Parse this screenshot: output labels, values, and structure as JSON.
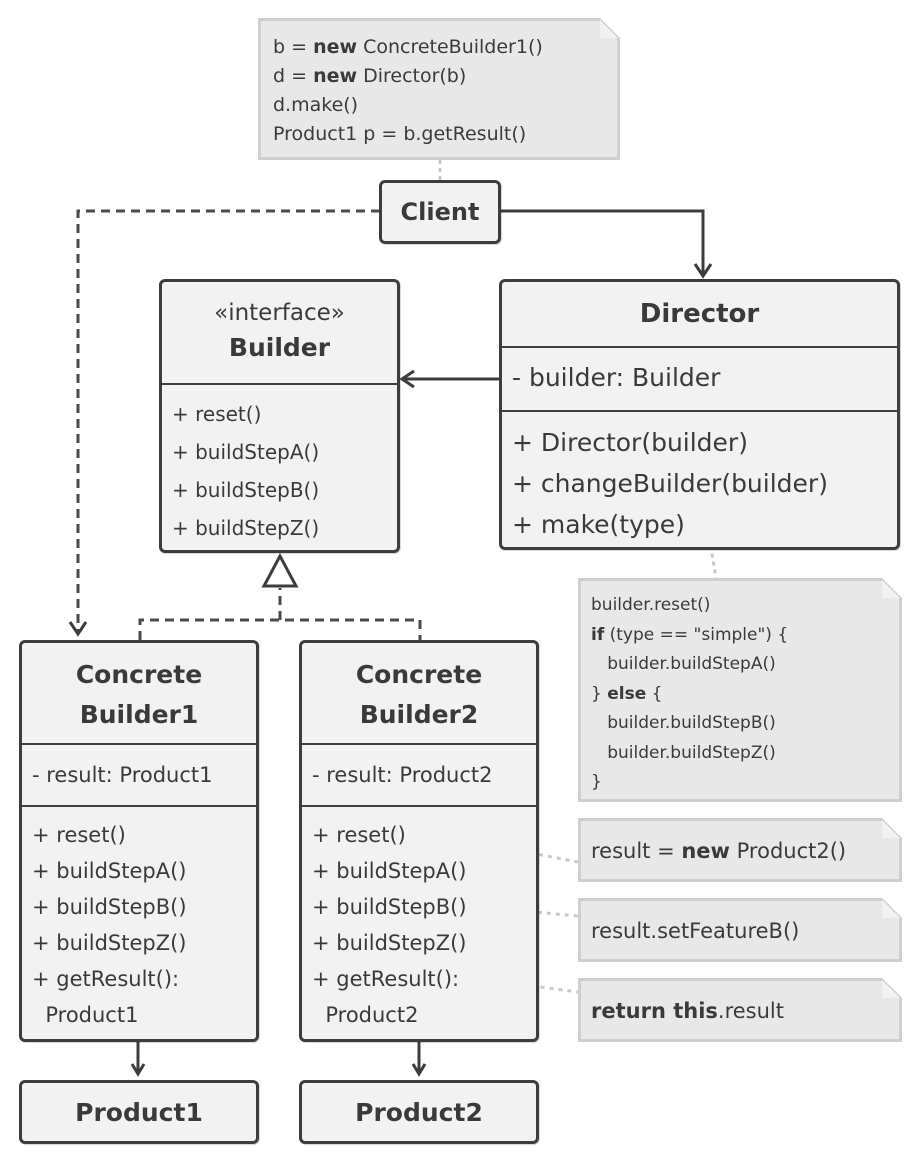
{
  "client": {
    "label": "Client"
  },
  "client_note": {
    "lines": [
      [
        "b = ",
        "new",
        " ConcreteBuilder1()"
      ],
      [
        "d = ",
        "new",
        " Director(b)"
      ],
      [
        "d.make()",
        "",
        ""
      ],
      [
        "Product1 p = b.getResult()",
        "",
        ""
      ]
    ]
  },
  "builder": {
    "stereotype": "«interface»",
    "name": "Builder",
    "methods": [
      "+ reset()",
      "+ buildStepA()",
      "+ buildStepB()",
      "+ buildStepZ()"
    ]
  },
  "director": {
    "name": "Director",
    "fields": [
      "- builder: Builder"
    ],
    "methods": [
      "+ Director(builder)",
      "+ changeBuilder(builder)",
      "+ make(type)"
    ]
  },
  "director_note": {
    "lines": [
      [
        "",
        "builder.reset()",
        ""
      ],
      [
        "if",
        " (type == \"simple\") {",
        ""
      ],
      [
        "",
        "   builder.buildStepA()",
        ""
      ],
      [
        "",
        "} ",
        "else",
        " {"
      ],
      [
        "",
        "   builder.buildStepB()",
        ""
      ],
      [
        "",
        "   builder.buildStepZ()",
        ""
      ],
      [
        "",
        "}",
        ""
      ]
    ]
  },
  "cb1": {
    "name_line1": "Concrete",
    "name_line2": "Builder1",
    "fields": [
      "- result: Product1"
    ],
    "methods": [
      "+ reset()",
      "+ buildStepA()",
      "+ buildStepB()",
      "+ buildStepZ()",
      "+ getResult():",
      "  Product1"
    ]
  },
  "cb2": {
    "name_line1": "Concrete",
    "name_line2": "Builder2",
    "fields": [
      "- result: Product2"
    ],
    "methods": [
      "+ reset()",
      "+ buildStepA()",
      "+ buildStepB()",
      "+ buildStepZ()",
      "+ getResult():",
      "  Product2"
    ]
  },
  "note_reset": {
    "pre": "result = ",
    "kw": "new",
    "post": " Product2()"
  },
  "note_stepb": {
    "text": "result.setFeatureB()"
  },
  "note_getresult": {
    "kw": "return this",
    "post": ".result"
  },
  "product1": {
    "label": "Product1"
  },
  "product2": {
    "label": "Product2"
  }
}
